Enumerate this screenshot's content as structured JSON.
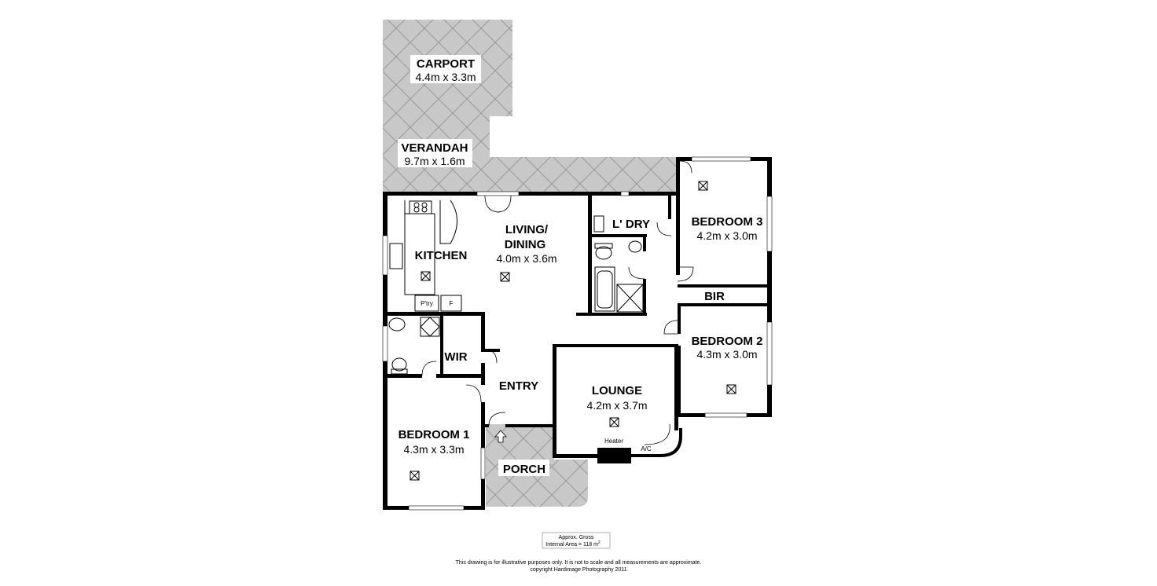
{
  "rooms": {
    "carport": {
      "name": "CARPORT",
      "dims": "4.4m x 3.3m"
    },
    "verandah": {
      "name": "VERANDAH",
      "dims": "9.7m x 1.6m"
    },
    "kitchen": {
      "name": "KITCHEN"
    },
    "living_line1": "LIVING/",
    "living_line2": "DINING",
    "living_dims": "4.0m x 3.6m",
    "laundry": {
      "name": "L' DRY"
    },
    "bedroom3": {
      "name": "BEDROOM 3",
      "dims": "4.2m x 3.0m"
    },
    "bir": {
      "name": "BIR"
    },
    "bedroom2": {
      "name": "BEDROOM 2",
      "dims": "4.3m x 3.0m"
    },
    "wir": {
      "name": "WIR"
    },
    "entry": {
      "name": "ENTRY"
    },
    "lounge": {
      "name": "LOUNGE",
      "dims": "4.2m x 3.7m"
    },
    "bedroom1": {
      "name": "BEDROOM 1",
      "dims": "4.3m x 3.3m"
    },
    "porch": {
      "name": "PORCH"
    }
  },
  "fixtures": {
    "pantry": "P'try",
    "fridge": "F",
    "heater": "Heater",
    "ac": "A/C"
  },
  "area_box": {
    "line1": "Approx. Gross",
    "line2": "Internal Area = 118 m",
    "superscript": "2"
  },
  "disclaimer": {
    "line1": "This drawing is for illustrative purposes only. It is not to scale and all measurements are approximate.",
    "line2": "copyright Hardimage Photography 2011"
  },
  "colors": {
    "outdoor": "#c8c8c8",
    "outdoor_pattern": "#9a9a9a",
    "walls": "#000000"
  }
}
